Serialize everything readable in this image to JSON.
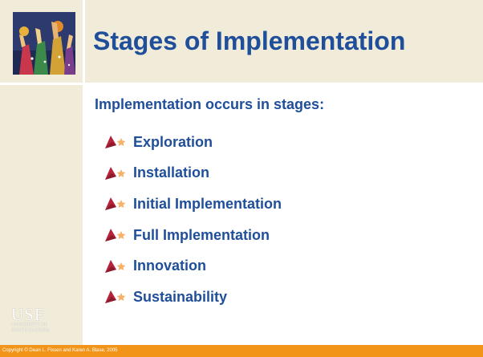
{
  "slide": {
    "title": "Stages of Implementation",
    "subtitle": "Implementation occurs in stages:",
    "bullets": [
      "Exploration",
      "Installation",
      "Initial Implementation",
      "Full Implementation",
      "Innovation",
      "Sustainability"
    ],
    "bullet_icon": "arrow-bullet-icon",
    "logo_icon": "raised-hands-icon",
    "usf_logo": {
      "mark": "USF",
      "line1": "UNIVERSITY OF",
      "line2": "SOUTH FLORIDA"
    },
    "copyright": "Copyright © Dean L. Fixsen and Karen A. Blase, 2005"
  },
  "colors": {
    "title_text": "#1f4e9a",
    "panel_background": "#f1ebd9",
    "footer_bar": "#f29418",
    "bullet_arrow": "#b5223a",
    "bullet_star": "#f6b26b"
  }
}
